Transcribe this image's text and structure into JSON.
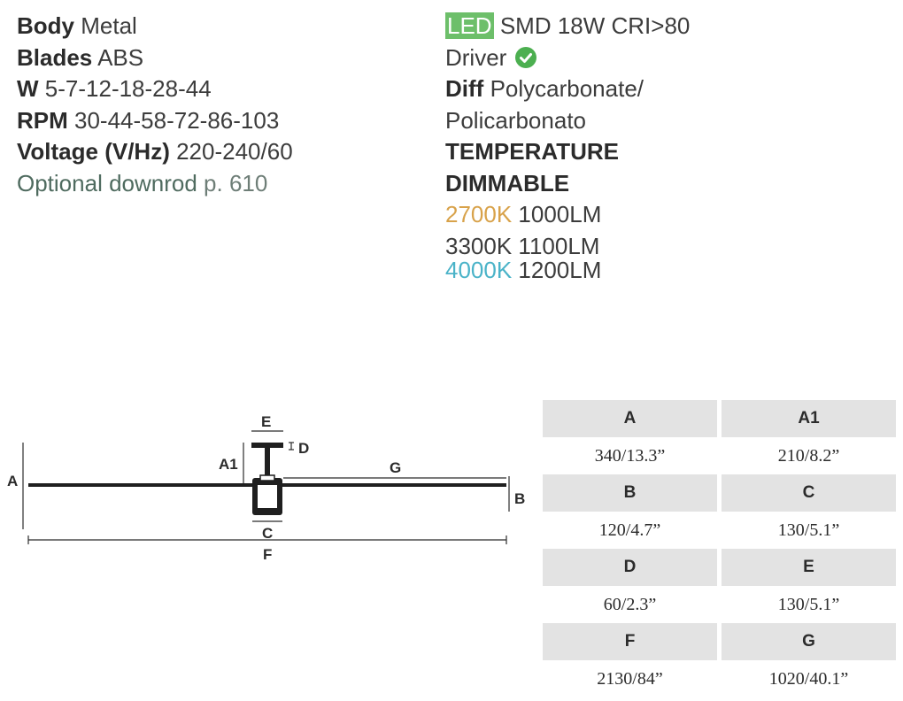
{
  "left_specs": [
    {
      "label": "Body",
      "value": "Metal"
    },
    {
      "label": "Blades",
      "value": "ABS"
    },
    {
      "label": "W",
      "value": "5-7-12-18-28-44"
    },
    {
      "label": "RPM",
      "value": "30-44-58-72-86-103"
    },
    {
      "label": "Voltage (V/Hz)",
      "value": "220-240/60"
    },
    {
      "label": "Optional downrod",
      "value": "p. 610"
    }
  ],
  "right_specs": {
    "led_label": "LED",
    "led_value": "SMD 18W CRI>80",
    "driver_label": "Driver",
    "diff_label": "Diff",
    "diff_value_1": "Polycarbonate/",
    "diff_value_2": "Policarbonato",
    "temperature": "TEMPERATURE",
    "dimmable": "DIMMABLE",
    "temps": [
      {
        "k": "2700K",
        "lm": "1000LM"
      },
      {
        "k": "3300K",
        "lm": "1100LM"
      },
      {
        "k": "4000K",
        "lm": "1200LM"
      }
    ]
  },
  "diagram_labels": {
    "a": "A",
    "a1": "A1",
    "b": "B",
    "c": "C",
    "d": "D",
    "e": "E",
    "f": "F",
    "g": "G"
  },
  "dimensions_table": [
    {
      "h1": "A",
      "h2": "A1",
      "v1": "340/13.3”",
      "v2": "210/8.2”"
    },
    {
      "h1": "B",
      "h2": "C",
      "v1": "120/4.7”",
      "v2": "130/5.1”"
    },
    {
      "h1": "D",
      "h2": "E",
      "v1": "60/2.3”",
      "v2": "130/5.1”"
    },
    {
      "h1": "F",
      "h2": "G",
      "v1": "2130/84”",
      "v2": "1020/40.1”"
    }
  ],
  "colors": {
    "led_highlight": "#6dbf6a",
    "check": "#4caf50",
    "downrod_text": "#4f6b5f",
    "k2700": "#d8a24a",
    "k4000": "#4ab3c8",
    "table_header": "#e3e3e3"
  },
  "icons": {
    "driver_status": "check-circle-icon"
  }
}
